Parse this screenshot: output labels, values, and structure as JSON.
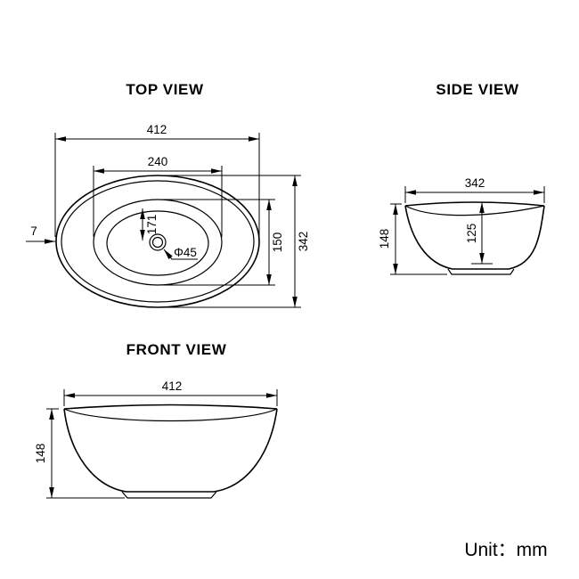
{
  "colors": {
    "line": "#000000",
    "background": "#ffffff"
  },
  "top_view": {
    "title": "TOP VIEW",
    "dims": {
      "overall_width": "412",
      "inner_width": "240",
      "center_to_edge": "171",
      "drain_diameter": "Φ45",
      "rim_thickness": "7",
      "basin_length": "150",
      "overall_length": "342"
    }
  },
  "side_view": {
    "title": "SIDE VIEW",
    "dims": {
      "width": "342",
      "height": "148",
      "inner_depth": "125"
    }
  },
  "front_view": {
    "title": "FRONT VIEW",
    "dims": {
      "width": "412",
      "height": "148"
    }
  },
  "footer": {
    "unit_label": "Unit：mm"
  }
}
